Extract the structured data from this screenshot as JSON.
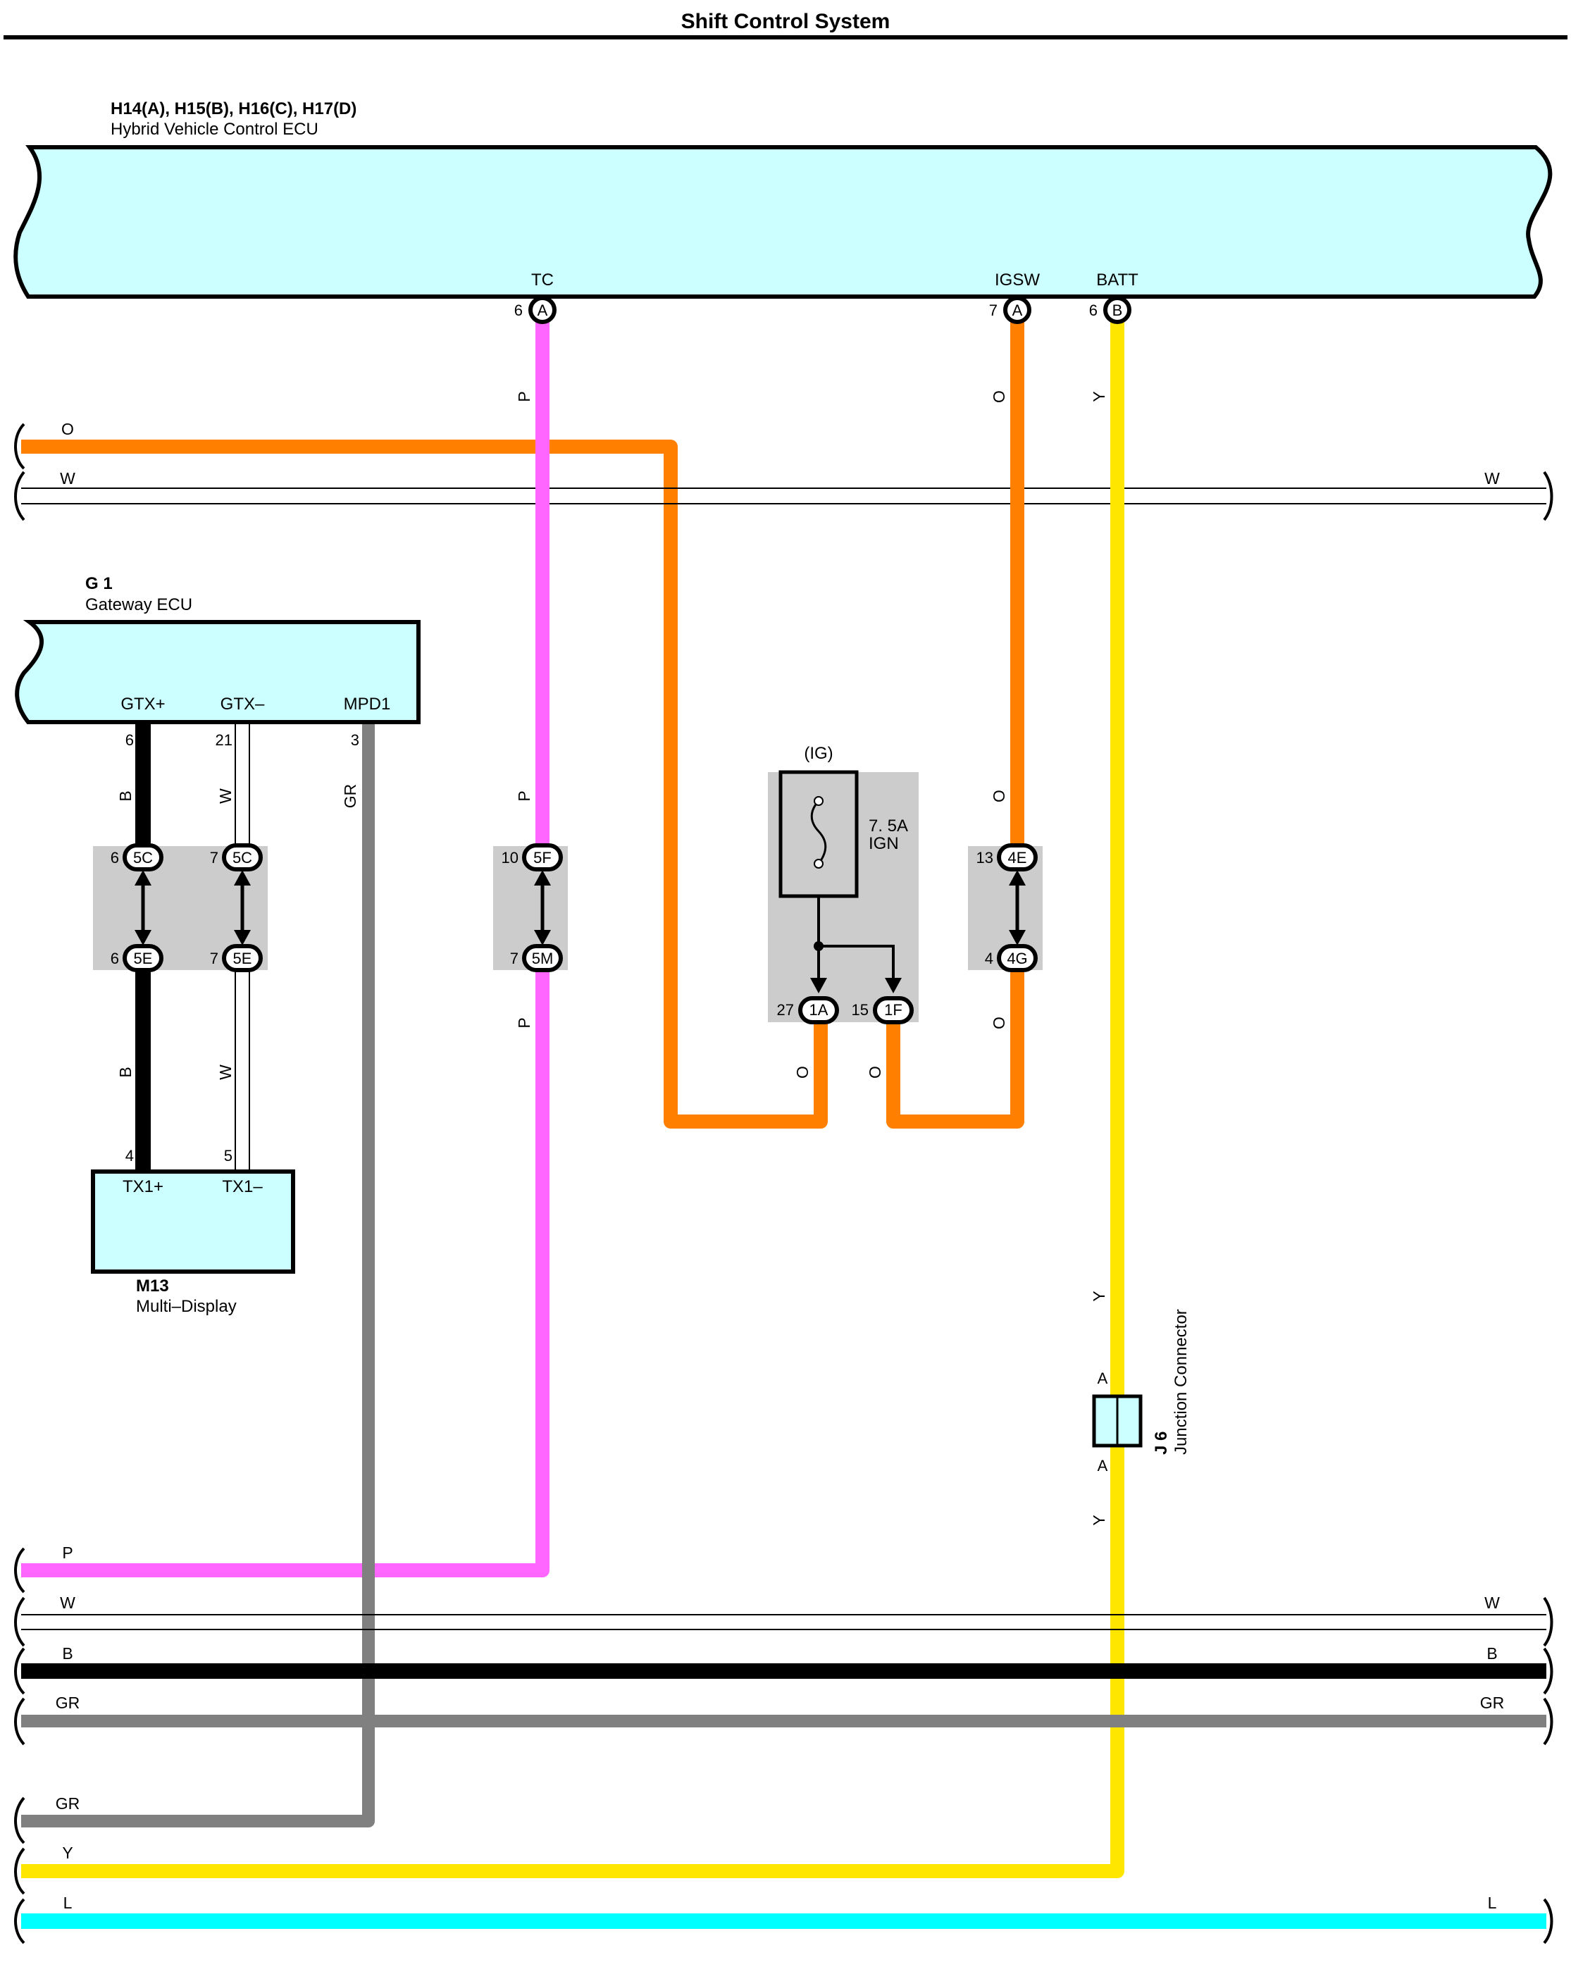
{
  "title": "Shift Control System",
  "colors": {
    "ecu_fill": "#ccffff",
    "connector_gray": "#cccccc",
    "wire_O": "#ff8000",
    "wire_P": "#ff66ff",
    "wire_Y": "#ffe600",
    "wire_B": "#000000",
    "wire_GR": "#808080",
    "wire_L": "#00ffff",
    "wire_W": "#ffffff"
  },
  "hv_ecu": {
    "code": "H14(A), H15(B), H16(C), H17(D)",
    "name": "Hybrid Vehicle Control ECU",
    "terminals": [
      {
        "name": "TC",
        "pin": "6",
        "connector": "A"
      },
      {
        "name": "IGSW",
        "pin": "7",
        "connector": "A"
      },
      {
        "name": "BATT",
        "pin": "6",
        "connector": "B"
      }
    ]
  },
  "gateway_ecu": {
    "code": "G 1",
    "name": "Gateway ECU",
    "terminals": [
      {
        "name": "GTX+",
        "pin": "6"
      },
      {
        "name": "GTX–",
        "pin": "21"
      },
      {
        "name": "MPD1",
        "pin": "3"
      }
    ]
  },
  "multi_display": {
    "code": "M13",
    "name": "Multi–Display",
    "terminals": [
      {
        "name": "TX1+",
        "pin": "4"
      },
      {
        "name": "TX1–",
        "pin": "5"
      }
    ]
  },
  "fuse": {
    "group": "(IG)",
    "rating": "7. 5A",
    "name": "IGN"
  },
  "junction_connector": {
    "code": "J 6",
    "name": "Junction Connector",
    "pin_top": "A",
    "pin_bottom": "A"
  },
  "inline_connectors": [
    {
      "id": "gtxp",
      "top_pin": "6",
      "top_conn": "5C",
      "bot_pin": "6",
      "bot_conn": "5E"
    },
    {
      "id": "gtxm",
      "top_pin": "7",
      "top_conn": "5C",
      "bot_pin": "7",
      "bot_conn": "5E"
    },
    {
      "id": "tc",
      "top_pin": "10",
      "top_conn": "5F",
      "bot_pin": "7",
      "bot_conn": "5M"
    },
    {
      "id": "igsw",
      "top_pin": "13",
      "top_conn": "4E",
      "bot_pin": "4",
      "bot_conn": "4G"
    }
  ],
  "fuse_outputs": [
    {
      "pin": "27",
      "conn": "1A"
    },
    {
      "pin": "15",
      "conn": "1F"
    }
  ],
  "wire_labels": {
    "tc_upper": "P",
    "tc_mid": "P",
    "tc_lower": "P",
    "igsw_upper": "O",
    "igsw_mid": "O",
    "igsw_lower": "O",
    "batt_upper": "Y",
    "batt_mid": "Y",
    "batt_lower": "Y",
    "gtxp_upper": "B",
    "gtxp_lower": "B",
    "gtxm_upper": "W",
    "gtxm_lower": "W",
    "mpd1": "GR",
    "fuse_in": "O",
    "fuse_out": "O"
  },
  "bus_lines": [
    {
      "id": "o_top",
      "left": "O",
      "right": ""
    },
    {
      "id": "w_top",
      "left": "W",
      "right": "W"
    },
    {
      "id": "p_bot",
      "left": "P",
      "right": ""
    },
    {
      "id": "w_bot",
      "left": "W",
      "right": "W"
    },
    {
      "id": "b_bot",
      "left": "B",
      "right": "B"
    },
    {
      "id": "gr_bot",
      "left": "GR",
      "right": "GR"
    },
    {
      "id": "gr_low",
      "left": "GR",
      "right": ""
    },
    {
      "id": "y_low",
      "left": "Y",
      "right": ""
    },
    {
      "id": "l_low",
      "left": "L",
      "right": "L"
    }
  ]
}
